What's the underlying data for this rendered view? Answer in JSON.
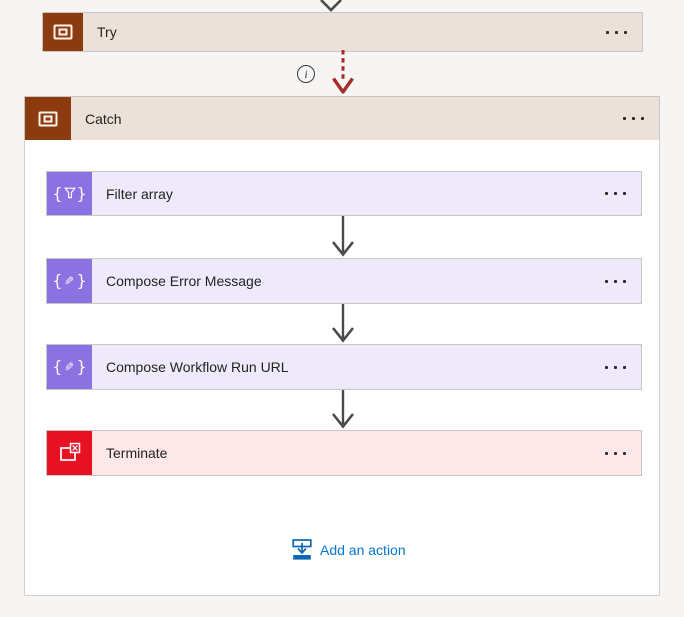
{
  "canvas": {
    "background": "#f6f5f4"
  },
  "try_scope": {
    "label": "Try",
    "icon": "scope-icon",
    "icon_color": "#8c3b0f",
    "header_color": "#ece1d8"
  },
  "connector": {
    "info_glyph": "i",
    "failure_arrow_color": "#a4262c",
    "arrow_color": "#4a4a48"
  },
  "catch_scope": {
    "label": "Catch",
    "icon": "scope-icon",
    "icon_color": "#8c3b0f",
    "header_color": "#ece1d8",
    "actions": [
      {
        "label": "Filter array",
        "icon": "filter-array-icon",
        "icon_color": "#8b72e3",
        "card_color": "#efeafb"
      },
      {
        "label": "Compose Error Message",
        "icon": "compose-icon",
        "icon_color": "#8b72e3",
        "card_color": "#efeafb"
      },
      {
        "label": "Compose Workflow Run URL",
        "icon": "compose-icon",
        "icon_color": "#8b72e3",
        "card_color": "#efeafb"
      },
      {
        "label": "Terminate",
        "icon": "terminate-icon",
        "icon_color": "#e81123",
        "card_color": "#fde7e9"
      }
    ],
    "add_action": {
      "label": "Add an action",
      "color": "#0078d4",
      "icon": "add-action-icon"
    }
  }
}
